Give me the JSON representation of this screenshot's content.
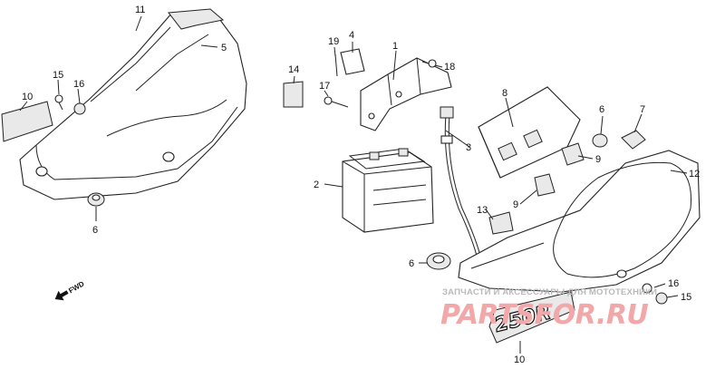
{
  "diagram": {
    "callouts": {
      "c1": "1",
      "c2": "2",
      "c3": "3",
      "c4": "4",
      "c5": "5",
      "c6a": "6",
      "c6b": "6",
      "c6c": "6",
      "c7": "7",
      "c8": "8",
      "c9a": "9",
      "c9b": "9",
      "c10a": "10",
      "c10b": "10",
      "c11": "11",
      "c12": "12",
      "c13": "13",
      "c14": "14",
      "c15a": "15",
      "c15b": "15",
      "c16a": "16",
      "c16b": "16",
      "c17": "17",
      "c18": "18",
      "c19": "19"
    },
    "fwd_label": "FWD",
    "emblem_text": "250R",
    "watermark": {
      "small": "ЗАПЧАСТИ И АКСЕССУАРЫ ДЛЯ МОТОТЕХНИКИ",
      "big": "PARTSFOR.RU"
    }
  }
}
